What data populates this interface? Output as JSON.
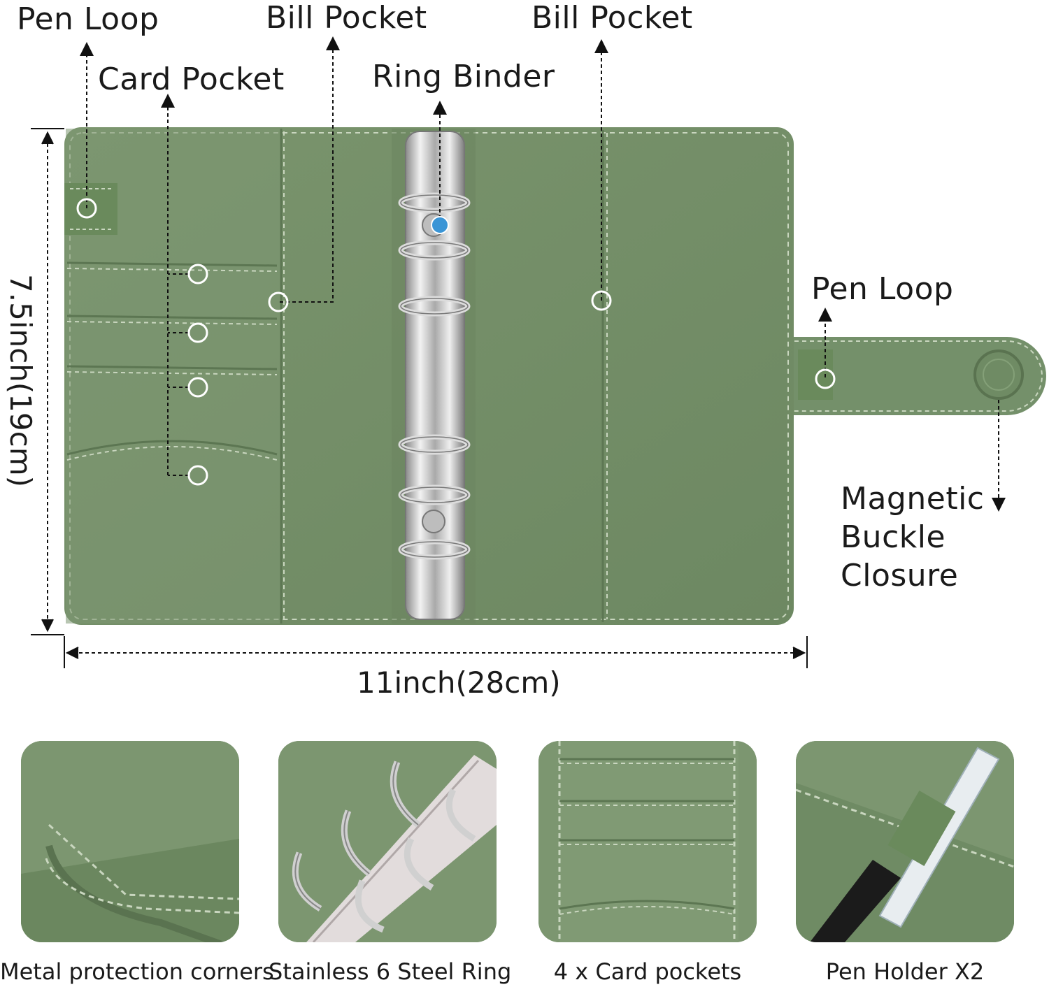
{
  "labels": {
    "pen_loop_left": "Pen  Loop",
    "card_pocket": "Card Pocket",
    "bill_pocket_left": "Bill Pocket",
    "ring_binder": "Ring Binder",
    "bill_pocket_right": "Bill Pocket",
    "pen_loop_right": "Pen  Loop",
    "magnetic_buckle_line1": "Magnetic",
    "magnetic_buckle_line2": "Buckle Closure"
  },
  "dimensions": {
    "height": "7.5inch(19cm)",
    "width": "11inch(28cm)"
  },
  "features": [
    {
      "caption": "Metal protection corners"
    },
    {
      "caption": "Stainless 6 Steel Ring"
    },
    {
      "caption": "4 x Card pockets"
    },
    {
      "caption": "Pen Holder X2"
    }
  ],
  "colors": {
    "leather": "#76906a",
    "leather_dark": "#5f7a55",
    "stitch": "#c9d6bf",
    "metal": "#c8c8c8",
    "accent_dot": "#3a95d6"
  }
}
